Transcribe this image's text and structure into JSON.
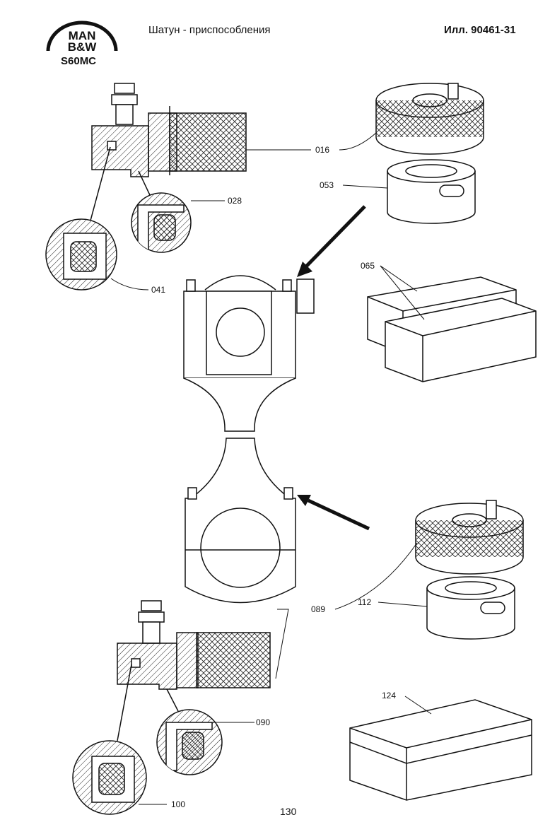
{
  "header": {
    "title": "Шатун - приспособления",
    "figure_no": "Илл. 90461-31",
    "logo_line1": "MAN",
    "logo_line2": "B&W",
    "model": "S60MC"
  },
  "footer": {
    "page_number": "130"
  },
  "parts": {
    "p016": "016",
    "p028": "028",
    "p041": "041",
    "p053": "053",
    "p065": "065",
    "p089": "089",
    "p090": "090",
    "p100": "100",
    "p112": "112",
    "p124": "124"
  },
  "icons": [
    "man-bw-logo",
    "hatching",
    "crosshatch-knurl"
  ]
}
